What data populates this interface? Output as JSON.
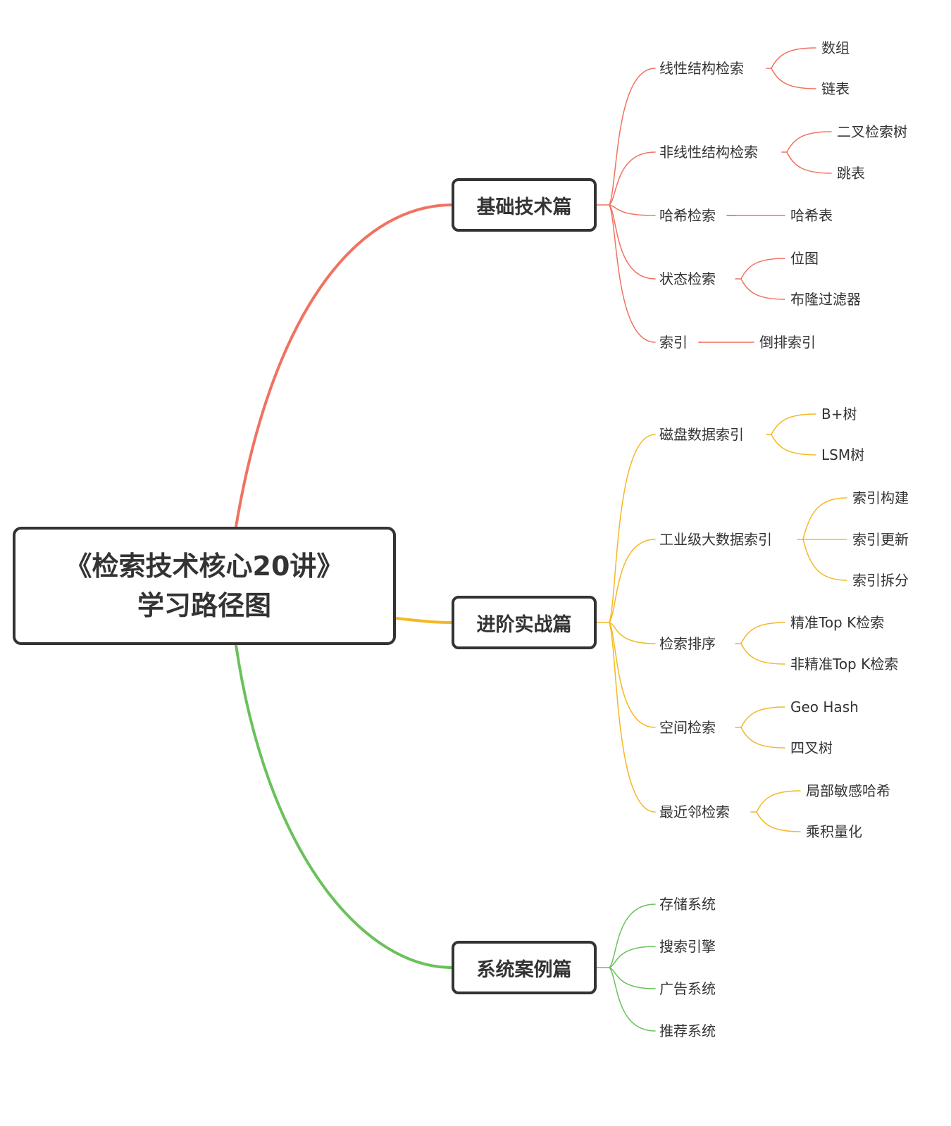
{
  "root": {
    "line1": "《检索技术核心20讲》",
    "line2": "学习路径图"
  },
  "colors": {
    "root": "#333333",
    "basic": "#f07261",
    "advanced": "#f4b825",
    "system": "#6ac15b",
    "text": "#333333"
  },
  "branches": [
    {
      "id": "basic",
      "label": "基础技术篇",
      "children": [
        {
          "label": "线性结构检索",
          "children": [
            "数组",
            "链表"
          ]
        },
        {
          "label": "非线性结构检索",
          "children": [
            "二叉检索树",
            "跳表"
          ]
        },
        {
          "label": "哈希检索",
          "children": [
            "哈希表"
          ]
        },
        {
          "label": "状态检索",
          "children": [
            "位图",
            "布隆过滤器"
          ]
        },
        {
          "label": "索引",
          "children": [
            "倒排索引"
          ]
        }
      ]
    },
    {
      "id": "advanced",
      "label": "进阶实战篇",
      "children": [
        {
          "label": "磁盘数据索引",
          "children": [
            "B+树",
            "LSM树"
          ]
        },
        {
          "label": "工业级大数据索引",
          "children": [
            "索引构建",
            "索引更新",
            "索引拆分"
          ]
        },
        {
          "label": "检索排序",
          "children": [
            "精准Top K检索",
            "非精准Top K检索"
          ]
        },
        {
          "label": "空间检索",
          "children": [
            "Geo Hash",
            "四叉树"
          ]
        },
        {
          "label": "最近邻检索",
          "children": [
            "局部敏感哈希",
            "乘积量化"
          ]
        }
      ]
    },
    {
      "id": "system",
      "label": "系统案例篇",
      "children": [
        {
          "label": "存储系统",
          "children": []
        },
        {
          "label": "搜索引擎",
          "children": []
        },
        {
          "label": "广告系统",
          "children": []
        },
        {
          "label": "推荐系统",
          "children": []
        }
      ]
    }
  ]
}
